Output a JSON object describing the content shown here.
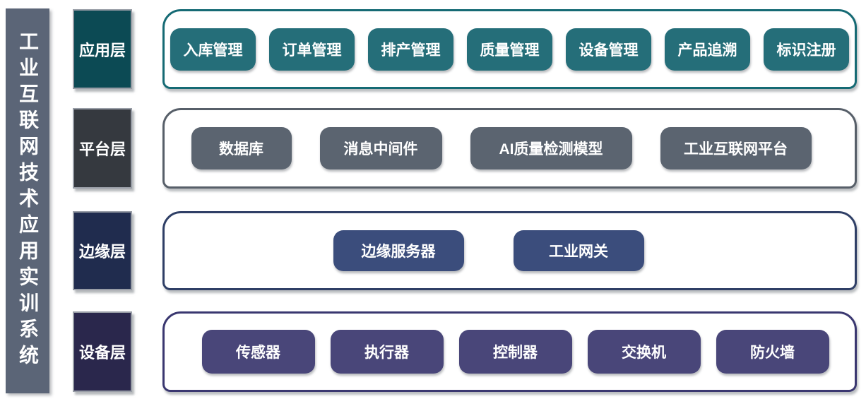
{
  "title": "工业互联网技术应用实训系统",
  "layers": [
    {
      "label": "应用层",
      "items": [
        "入库管理",
        "订单管理",
        "排产管理",
        "质量管理",
        "设备管理",
        "产品追溯",
        "标识注册"
      ]
    },
    {
      "label": "平台层",
      "items": [
        "数据库",
        "消息中间件",
        "AI质量检测模型",
        "工业互联网平台"
      ]
    },
    {
      "label": "边缘层",
      "items": [
        "边缘服务器",
        "工业网关"
      ]
    },
    {
      "label": "设备层",
      "items": [
        "传感器",
        "执行器",
        "控制器",
        "交换机",
        "防火墙"
      ]
    }
  ],
  "colors": {
    "background": "#ffffff",
    "sidebar_bg": "#5b6577",
    "label_border": "#989da6",
    "text": "#ffffff",
    "application_label_bg": "#0c4a54",
    "application_chip_bg": "#256e79",
    "application_container_border": "#156a74",
    "platform_label_bg": "#35393f",
    "platform_chip_bg": "#5b6470",
    "platform_container_border": "#575f69",
    "edge_label_bg": "#202c4e",
    "edge_chip_bg": "#3b4d7c",
    "edge_container_border": "#2f3f66",
    "device_label_bg": "#2a274c",
    "device_chip_bg": "#494679",
    "device_container_border": "#3a3770"
  }
}
